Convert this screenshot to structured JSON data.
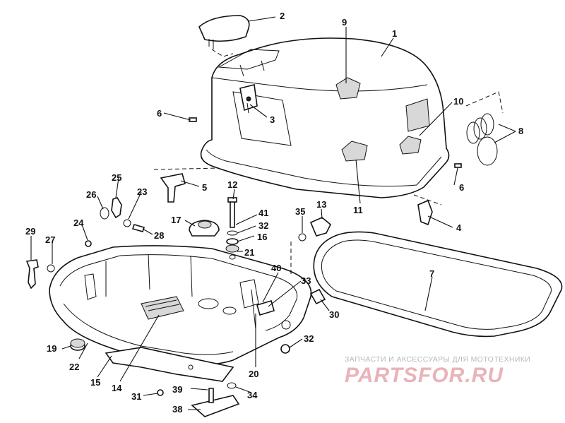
{
  "diagram": {
    "callouts": [
      "1",
      "2",
      "3",
      "4",
      "5",
      "6",
      "6",
      "7",
      "8",
      "9",
      "10",
      "11",
      "12",
      "13",
      "14",
      "15",
      "16",
      "17",
      "19",
      "20",
      "21",
      "22",
      "23",
      "24",
      "25",
      "26",
      "27",
      "28",
      "29",
      "30",
      "31",
      "32",
      "32",
      "33",
      "34",
      "35",
      "38",
      "39",
      "40",
      "41"
    ]
  },
  "watermark": {
    "subtitle": "ЗАПЧАСТИ И АКСЕССУАРЫ ДЛЯ МОТОТЕХНИКИ",
    "logo": "PARTSFOR.RU"
  }
}
